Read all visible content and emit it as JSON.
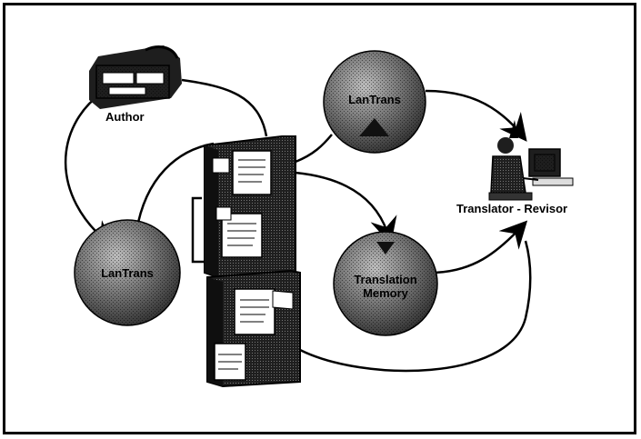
{
  "nodes": {
    "author": {
      "label": "Author"
    },
    "translator": {
      "label": "Translator - Revisor"
    },
    "lan_trans": {
      "label": "LanTrans"
    },
    "lan_trans_top": {
      "label": "LanTrans"
    },
    "translation_memory": {
      "label": "Translation Memory"
    }
  },
  "colors": {
    "line": "#000000",
    "sphere_dark": "#3a3a3a",
    "sphere_light": "#a8a8a8",
    "tower_dark": "#2a2a2a",
    "paper": "#ffffff"
  }
}
